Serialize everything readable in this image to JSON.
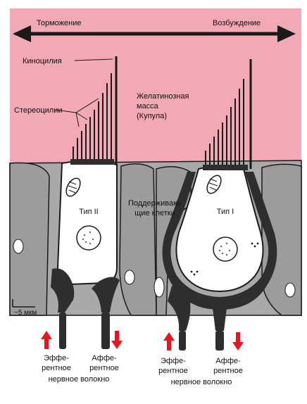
{
  "header": {
    "left_label": "Торможение",
    "right_label": "Возбуждение"
  },
  "labels": {
    "kinocilium": "Киноцилия",
    "stereocilia": "Стереоцилии",
    "gelatinous_line1": "Желатинозная",
    "gelatinous_line2": "масса",
    "gelatinous_line3": "(Купула)",
    "supporting_line1": "Поддерживаю-",
    "supporting_line2": "щие клетки",
    "type2": "Тип II",
    "type1": "Тип I",
    "scale": "~5 мкм"
  },
  "fibers": {
    "left_efferent_line1": "Эффе-",
    "left_efferent_line2": "рентное",
    "left_afferent_line1": "Аффе-",
    "left_afferent_line2": "рентное",
    "left_bottom": "нервное волокно",
    "right_efferent_line1": "Эффе-",
    "right_efferent_line2": "рентное",
    "right_afferent_line1": "Аффе-",
    "right_afferent_line2": "рентное",
    "right_bottom": "нервное волокно"
  },
  "colors": {
    "cupula": "#f1a9b6",
    "tissue": "#a9a9a9",
    "cell": "#ffffff",
    "nerve": "#333333",
    "arrow": "#e8141e",
    "outline": "#1a1a1a"
  }
}
